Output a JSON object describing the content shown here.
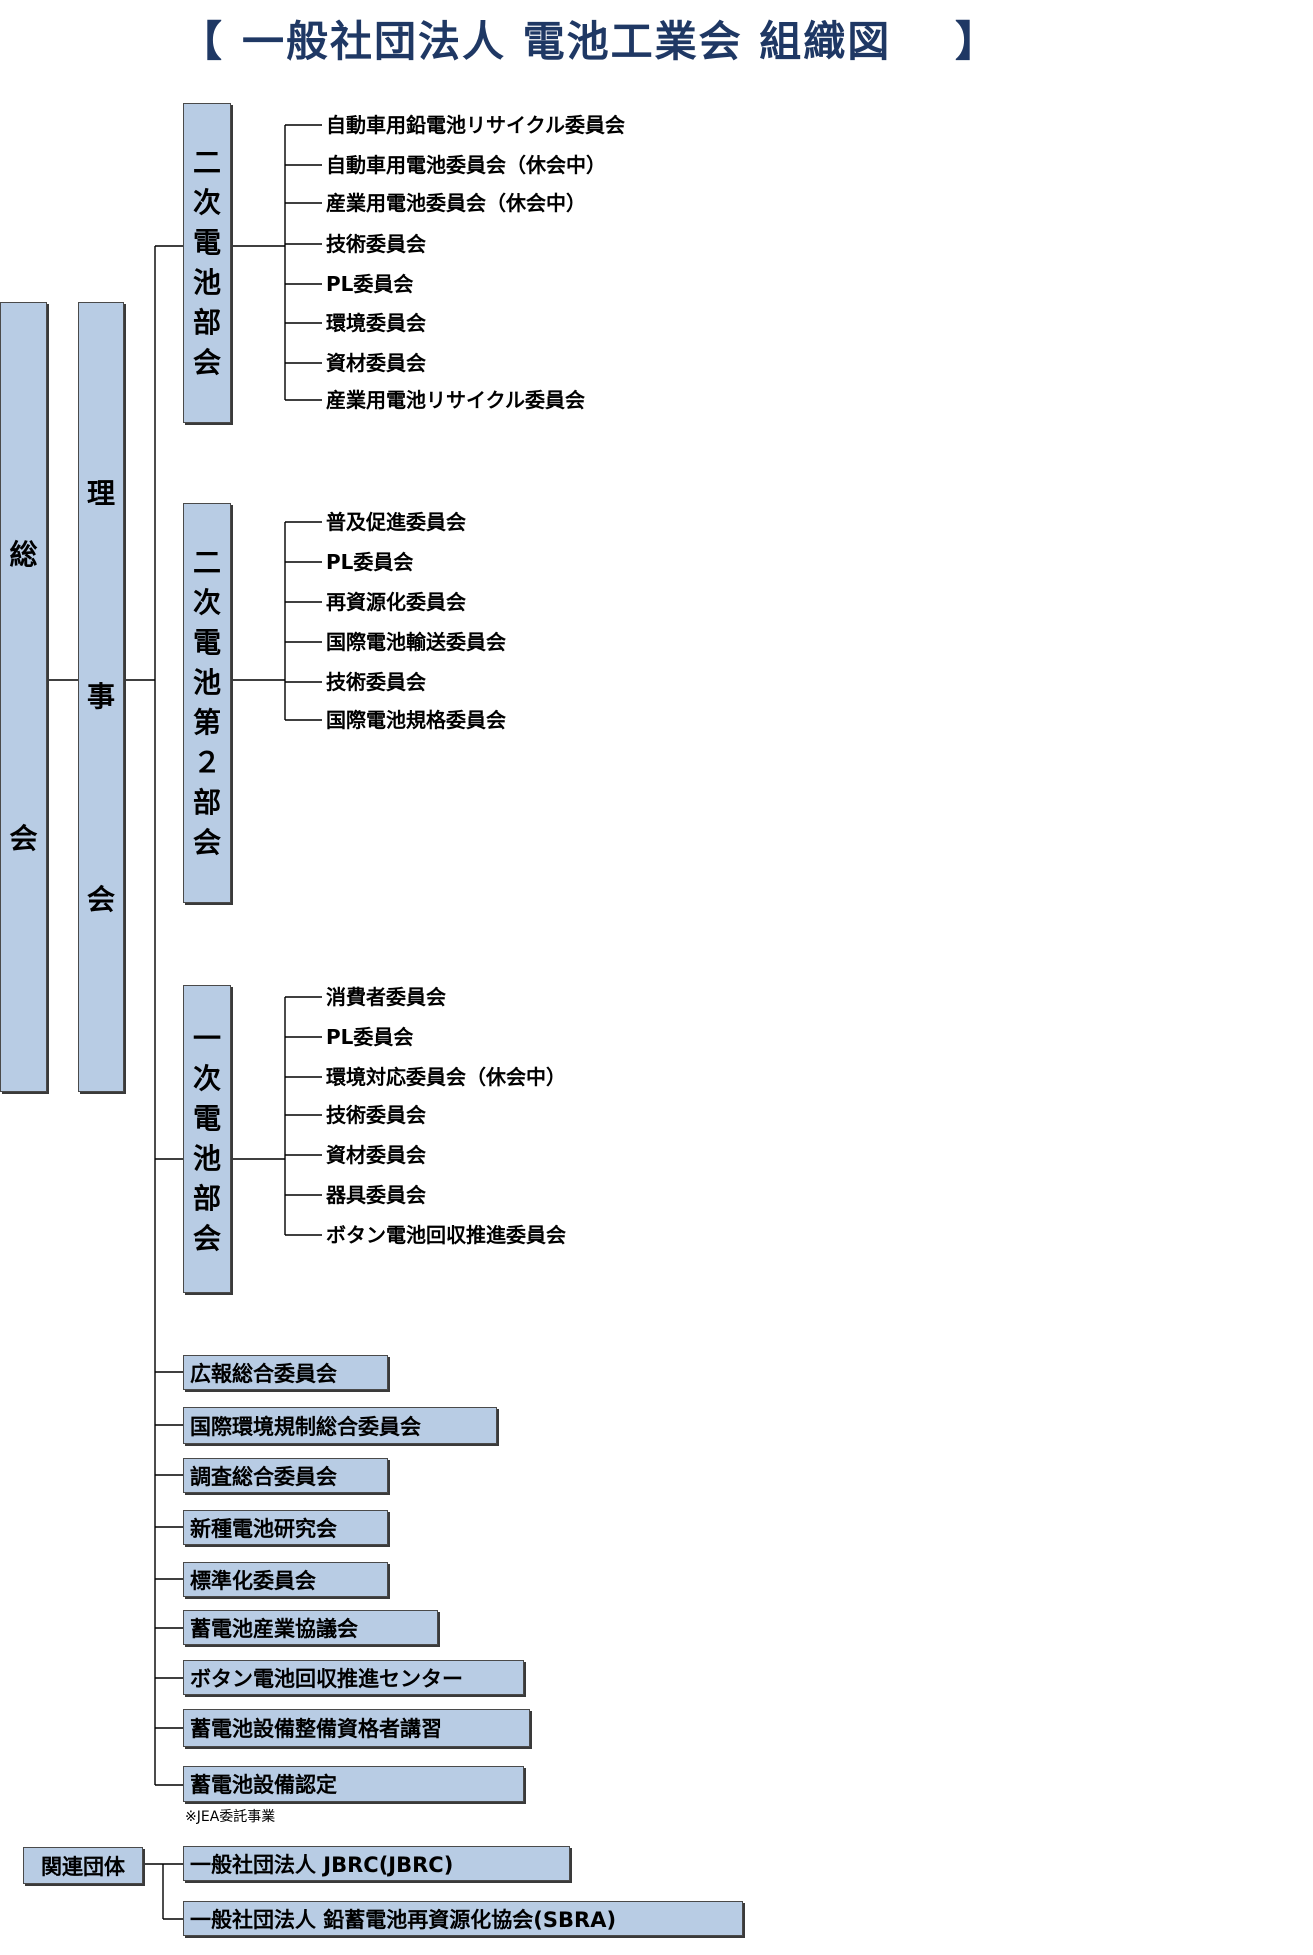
{
  "title": {
    "bracket_open": "【",
    "text": "一般社団法人 電池工業会 組織図",
    "bracket_close": "】"
  },
  "general_meeting": {
    "chars": [
      "総",
      "会"
    ]
  },
  "board": {
    "chars": [
      "理",
      "事",
      "会"
    ]
  },
  "divisions": [
    {
      "chars": [
        "二",
        "次",
        "電",
        "池",
        "部",
        "会"
      ],
      "committees": [
        "自動車用鉛電池リサイクル委員会",
        "自動車用電池委員会（休会中）",
        "産業用電池委員会（休会中）",
        "技術委員会",
        "PL委員会",
        "環境委員会",
        "資材委員会",
        "産業用電池リサイクル委員会"
      ]
    },
    {
      "chars": [
        "二",
        "次",
        "電",
        "池",
        "第",
        "２",
        "部",
        "会"
      ],
      "committees": [
        "普及促進委員会",
        "PL委員会",
        "再資源化委員会",
        "国際電池輸送委員会",
        "技術委員会",
        "国際電池規格委員会"
      ]
    },
    {
      "chars": [
        "一",
        "次",
        "電",
        "池",
        "部",
        "会"
      ],
      "committees": [
        "消費者委員会",
        "PL委員会",
        "環境対応委員会（休会中）",
        "技術委員会",
        "資材委員会",
        "器具委員会",
        "ボタン電池回収推進委員会"
      ]
    }
  ],
  "standing_committees": [
    "広報総合委員会",
    "国際環境規制総合委員会",
    "調査総合委員会",
    "新種電池研究会",
    "標準化委員会",
    "蓄電池産業協議会",
    "ボタン電池回収推進センター",
    "蓄電池設備整備資格者講習",
    "蓄電池設備認定"
  ],
  "note": "※JEA委託事業",
  "related": {
    "label": "関連団体",
    "items": [
      "一般社団法人 JBRC(JBRC)",
      "一般社団法人 鉛蓄電池再資源化協会(SBRA)"
    ]
  },
  "colors": {
    "box_fill": "#b8cce4",
    "title": "#1f3864"
  }
}
